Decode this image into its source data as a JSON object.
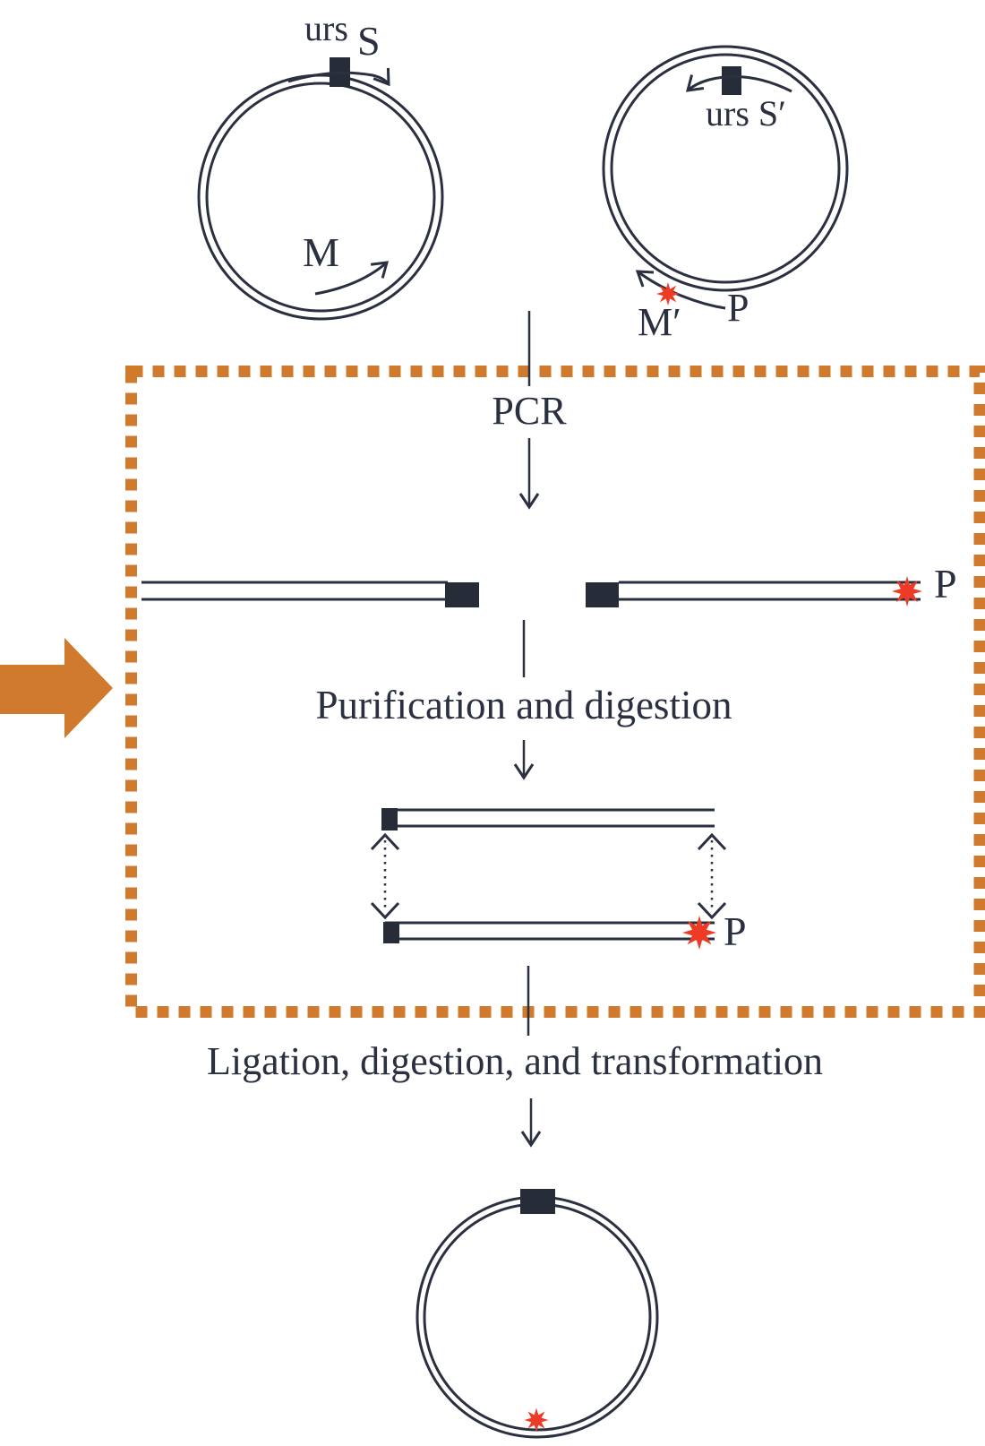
{
  "colors": {
    "accent_orange": "#CF7A2D",
    "star_red": "#EE3B26",
    "ink": "#2A3040"
  },
  "plasmid_template": {
    "gene_label": "urs",
    "sense_primer": "S",
    "mutagenic_primer": "M"
  },
  "plasmid_reverse": {
    "gene_primer_label": "urs S′",
    "mutagenic_primer": "M′",
    "phosphate_label": "P"
  },
  "steps": {
    "pcr": "PCR",
    "purification": "Purification and digestion",
    "ligation": "Ligation, digestion, and transformation"
  },
  "fragments": {
    "pcr_product_phosphate": "P",
    "digested_product_phosphate": "P"
  }
}
